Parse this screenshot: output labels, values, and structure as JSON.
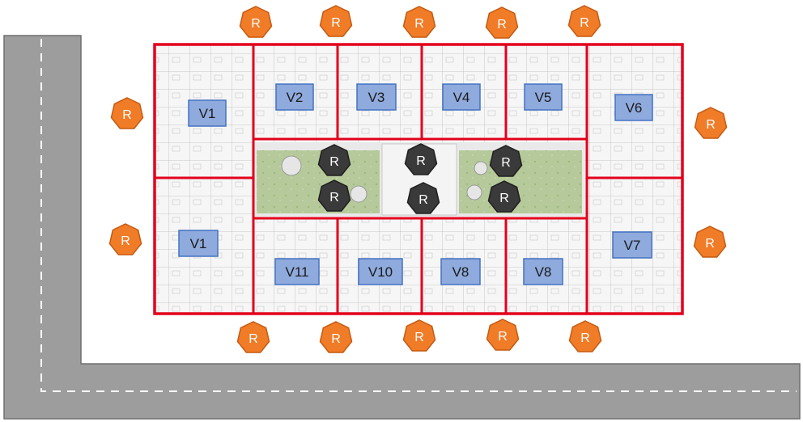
{
  "colors": {
    "road": "#9d9d9d",
    "road_edge": "#6f6f6f",
    "road_marking": "#ffffff",
    "unit_border": "#e3001b",
    "unit_label_fill": "#8faadc",
    "unit_label_border": "#4472c4",
    "outer_sensor_fill": "#f07c28",
    "outer_sensor_border": "#c55a11",
    "inner_sensor_fill": "#3a3a3a",
    "courtyard": "#b5c99a"
  },
  "units": [
    {
      "id": "v1-top",
      "label": "V1"
    },
    {
      "id": "v2",
      "label": "V2"
    },
    {
      "id": "v3",
      "label": "V3"
    },
    {
      "id": "v4",
      "label": "V4"
    },
    {
      "id": "v5",
      "label": "V5"
    },
    {
      "id": "v6",
      "label": "V6"
    },
    {
      "id": "v1-bottom",
      "label": "V1"
    },
    {
      "id": "v11",
      "label": "V11"
    },
    {
      "id": "v10",
      "label": "V10"
    },
    {
      "id": "v8-left",
      "label": "V8"
    },
    {
      "id": "v8-right",
      "label": "V8"
    },
    {
      "id": "v7",
      "label": "V7"
    }
  ],
  "outer_sensor_label": "R",
  "inner_sensor_label": "R",
  "outer_sensor_count": 14,
  "inner_sensor_count": 6
}
